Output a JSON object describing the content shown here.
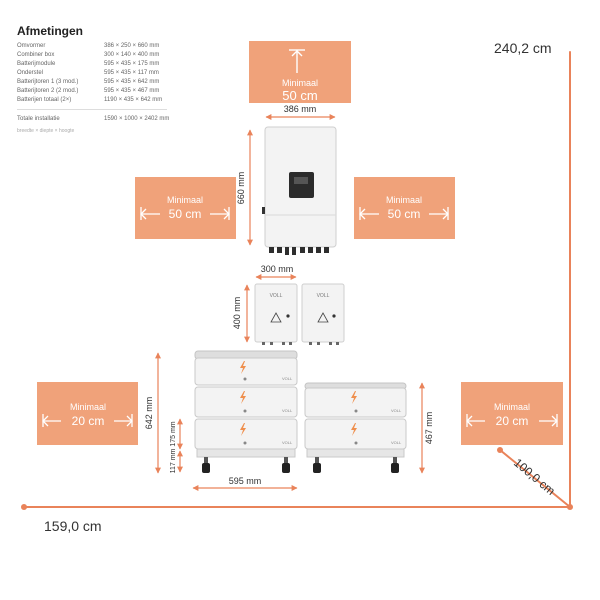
{
  "header": {
    "title": "Afmetingen"
  },
  "specs": [
    {
      "label": "Omvormer",
      "value": "386 × 250 × 660 mm"
    },
    {
      "label": "Combiner box",
      "value": "300 × 140 × 400 mm"
    },
    {
      "label": "Batterijmodule",
      "value": "595 × 435 × 175 mm"
    },
    {
      "label": "Onderstel",
      "value": "595 × 435 × 117 mm"
    },
    {
      "label": "Batterijtoren 1 (3 mod.)",
      "value": "595 × 435 × 642 mm"
    },
    {
      "label": "Batterijtoren 2 (2 mod.)",
      "value": "595 × 435 × 467 mm"
    },
    {
      "label": "Batterijen totaal (2×)",
      "value": "1190 × 435 × 642 mm"
    }
  ],
  "total": {
    "label": "Totale installatie",
    "value": "1590 × 1000 × 2402 mm"
  },
  "note": "breedte × diepte × hoogte",
  "clearance": {
    "top": {
      "label": "Minimaal",
      "value": "50 cm"
    },
    "left_inverter": {
      "label": "Minimaal",
      "value": "50 cm"
    },
    "right_inverter": {
      "label": "Minimaal",
      "value": "50 cm"
    },
    "left_battery": {
      "label": "Minimaal",
      "value": "20 cm"
    },
    "right_battery": {
      "label": "Minimaal",
      "value": "20 cm"
    }
  },
  "dimensions": {
    "inverter_width": "386 mm",
    "inverter_height": "660 mm",
    "combiner_width": "300 mm",
    "combiner_height": "400 mm",
    "tower_height": "642 mm",
    "module_height": "175 mm",
    "base_height": "117 mm",
    "battery_width": "595 mm",
    "tower2_height": "467 mm"
  },
  "totals": {
    "height": "240,2 cm",
    "width": "159,0 cm",
    "depth": "100,0 cm"
  },
  "brand": "VOLL",
  "colors": {
    "accent": "#f0a27a",
    "line": "#e9835a",
    "device": "#f1f1f1",
    "outline": "#c9c9c9"
  }
}
